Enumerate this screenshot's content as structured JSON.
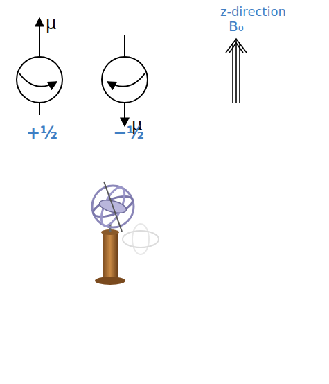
{
  "diagram": {
    "labels": [
      "z-direction",
      "μ",
      "B₀",
      "μ",
      "+½",
      "−½"
    ]
  }
}
